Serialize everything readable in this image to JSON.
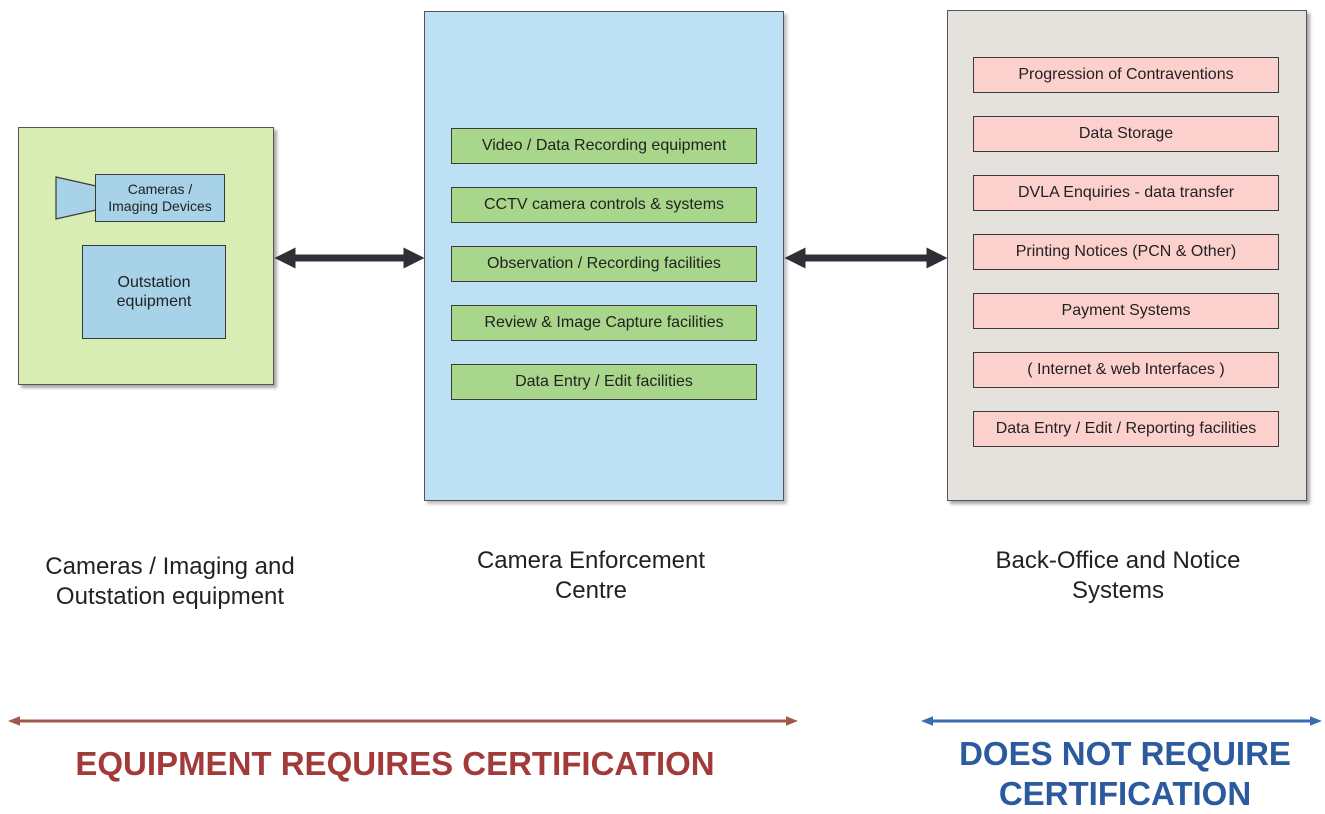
{
  "left_panel": {
    "cameras_label": "Cameras / Imaging Devices",
    "cameras_line1": "Cameras /",
    "cameras_line2": "Imaging Devices",
    "outstation_line1": "Outstation",
    "outstation_line2": "equipment"
  },
  "middle_panel": {
    "items": [
      "Video / Data Recording equipment",
      "CCTV camera controls & systems",
      "Observation / Recording facilities",
      "Review & Image Capture facilities",
      "Data Entry / Edit facilities"
    ]
  },
  "right_panel": {
    "items": [
      "Progression of Contraventions",
      "Data Storage",
      "DVLA Enquiries - data transfer",
      "Printing Notices (PCN & Other)",
      "Payment Systems",
      "( Internet & web Interfaces )",
      "Data Entry / Edit  / Reporting facilities"
    ]
  },
  "captions": {
    "left_line1": "Cameras / Imaging and",
    "left_line2": "Outstation equipment",
    "middle_line1": "Camera Enforcement",
    "middle_line2": "Centre",
    "right_line1": "Back-Office and Notice",
    "right_line2": "Systems"
  },
  "certification": {
    "requires": "EQUIPMENT REQUIRES CERTIFICATION",
    "not_required_line1": "DOES NOT REQUIRE",
    "not_required_line2": "CERTIFICATION"
  },
  "colors": {
    "left_panel_bg": "#d8edb4",
    "middle_panel_bg": "#bde0f4",
    "right_panel_bg": "#e5e1dc",
    "green_item": "#a8d68a",
    "pink_item": "#fbd0cd",
    "requires_red": "#a33a3a",
    "not_required_blue": "#2b5a9e"
  }
}
